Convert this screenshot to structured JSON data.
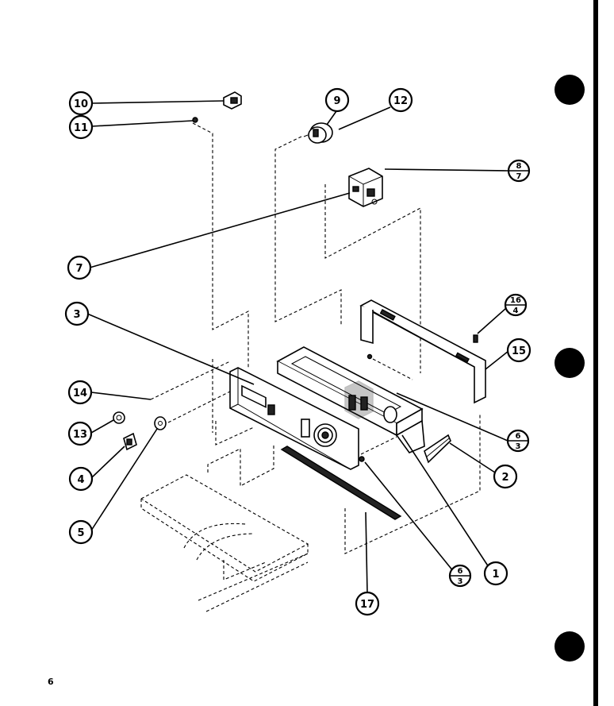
{
  "page_number": "6",
  "callouts": {
    "c1": "1",
    "c2": "2",
    "c3": "3",
    "c4": "4",
    "c5": "5",
    "c6a_num": "6",
    "c6a_den": "3",
    "c6b_num": "6",
    "c6b_den": "3",
    "c7": "7",
    "c8_num": "8",
    "c8_den": "7",
    "c9": "9",
    "c10": "10",
    "c11": "11",
    "c12": "12",
    "c13": "13",
    "c14": "14",
    "c15": "15",
    "c16_num": "16",
    "c16_den": "4",
    "c17": "17"
  }
}
